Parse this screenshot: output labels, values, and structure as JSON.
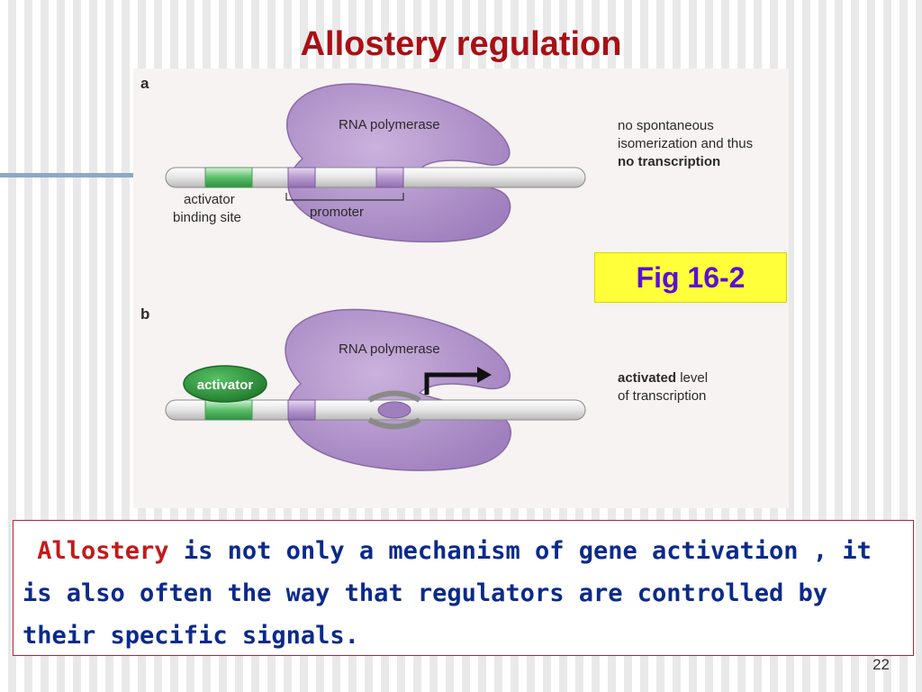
{
  "slide": {
    "title": "Allostery regulation",
    "page_number": "22"
  },
  "figure": {
    "fig_ref": "Fig 16-2",
    "panel_a": {
      "letter": "a",
      "enzyme_label": "RNA polymerase",
      "activator_site_label_line1": "activator",
      "activator_site_label_line2": "binding site",
      "promoter_label": "promoter",
      "note_line1": "no spontaneous",
      "note_line2": "isomerization and thus",
      "note_line3": "no transcription"
    },
    "panel_b": {
      "letter": "b",
      "enzyme_label": "RNA polymerase",
      "activator_label": "activator",
      "note_bold": "activated",
      "note_rest_line1": " level",
      "note_line2": "of transcription"
    },
    "colors": {
      "polymerase": "#b89ad0",
      "dna_green": "#5bbf6a",
      "activator": "#2e9a3a"
    }
  },
  "caption": {
    "lead": "Allostery",
    "rest": " is not only a mechanism of gene activation , it is also often the way that regulators are controlled by their specific signals."
  }
}
